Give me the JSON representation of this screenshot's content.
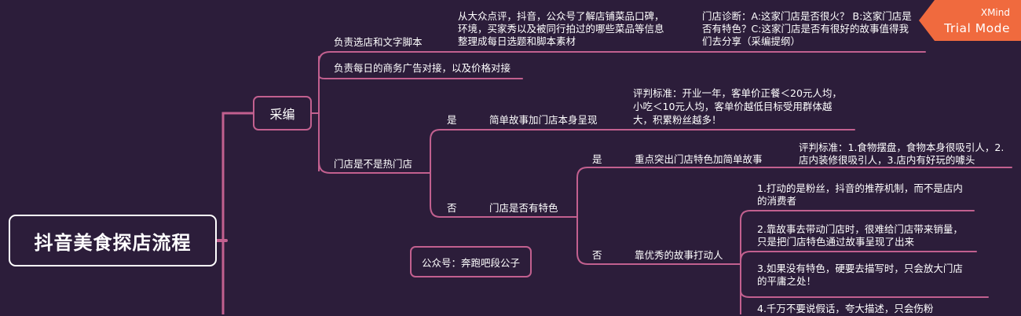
{
  "root": {
    "title": "抖音美食探店流程"
  },
  "category": {
    "label": "采编"
  },
  "nodes": {
    "store_selection": "负责选店和文字脚本",
    "source_lines": [
      "从大众点评，抖音，公众号了解店铺菜品口碑，",
      "环境，买家秀以及被同行拍过的哪些菜品等信息",
      "整理成每日选题和脚本素材"
    ],
    "diagnosis_lines": [
      "门店诊断：A:这家门店是否很火？ B:这家门店是",
      "否有特色？C:这家门店是否有很好的故事值得我",
      "们去分享（采编提纲）"
    ],
    "ads": "负责每日的商务广告对接，以及价格对接",
    "is_hot": "门店是不是热门店",
    "yes1": "是",
    "simple_story": "简单故事加门店本身呈现",
    "criteria1_lines": [
      "评判标准：开业一年，客单价正餐＜20元人均，",
      "小吃＜10元人均，客单价越低目标受用群体越",
      "大，积累粉丝越多！"
    ],
    "no1": "否",
    "has_feature": "门店是否有特色",
    "yes2": "是",
    "highlight": "重点突出门店特色加简单故事",
    "criteria2_lines": [
      "评判标准：1.食物摆盘，食物本身很吸引人，2.",
      "店内装修很吸引人，3.店内有好玩的噱头"
    ],
    "no2": "否",
    "great_story": "靠优秀的故事打动人",
    "point1_lines": [
      "1.打动的是粉丝，抖音的推荐机制，而不是店内",
      "的消费者"
    ],
    "point2_lines": [
      "2.靠故事去带动门店时，很难给门店带来销量，",
      "只是把门店特色通过故事呈现了出来"
    ],
    "point3_lines": [
      "3.如果没有特色，硬要去描写时，只会放大门店",
      "的平庸之处！"
    ],
    "point4_lines": [
      "4.千万不要说假话，夸大描述，只会伤粉"
    ]
  },
  "public_account": {
    "label": "公众号：奔跑吧段公子"
  },
  "badge": {
    "line1": "XMind",
    "line2": "Trial Mode"
  },
  "colors": {
    "background": "#2c1d3a",
    "connector": "#c2608f",
    "root_border": "#ffffff",
    "badge": "#f06a3e"
  }
}
